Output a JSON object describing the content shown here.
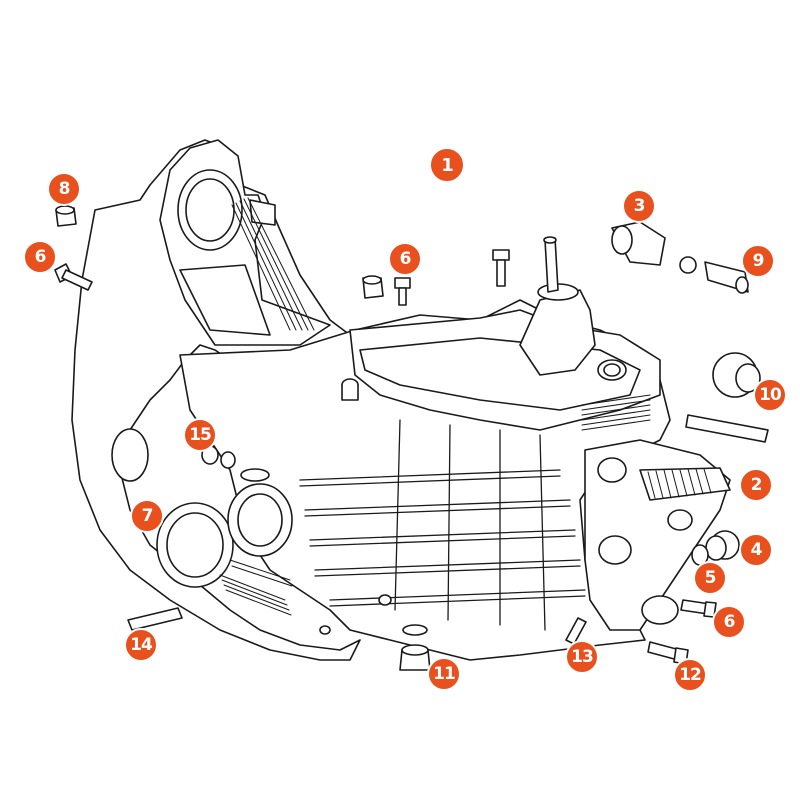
{
  "colors": {
    "line": "#1a1a1a",
    "fill": "#ffffff",
    "badge": "#e8501e",
    "badge_text": "#ffffff"
  },
  "callouts": [
    {
      "id": "callout-1",
      "label": "1"
    },
    {
      "id": "callout-2",
      "label": "2"
    },
    {
      "id": "callout-3",
      "label": "3"
    },
    {
      "id": "callout-4",
      "label": "4"
    },
    {
      "id": "callout-5",
      "label": "5"
    },
    {
      "id": "callout-6a",
      "label": "6"
    },
    {
      "id": "callout-6b",
      "label": "6"
    },
    {
      "id": "callout-6c",
      "label": "6"
    },
    {
      "id": "callout-7",
      "label": "7"
    },
    {
      "id": "callout-8",
      "label": "8"
    },
    {
      "id": "callout-9",
      "label": "9"
    },
    {
      "id": "callout-10",
      "label": "10"
    },
    {
      "id": "callout-11",
      "label": "11"
    },
    {
      "id": "callout-12",
      "label": "12"
    },
    {
      "id": "callout-13",
      "label": "13"
    },
    {
      "id": "callout-14",
      "label": "14"
    },
    {
      "id": "callout-15",
      "label": "15"
    }
  ]
}
